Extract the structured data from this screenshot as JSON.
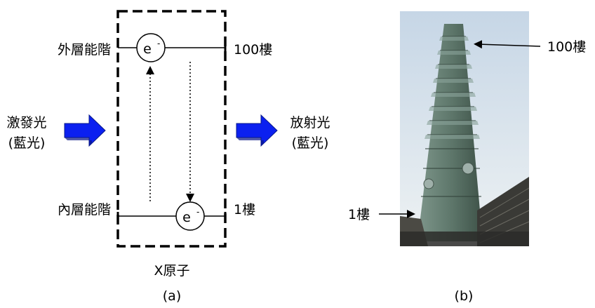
{
  "panel_a": {
    "outer_level": "外層能階",
    "inner_level": "內層能階",
    "floor_100": "100樓",
    "floor_1": "1樓",
    "excitation_line1": "激發光",
    "excitation_line2": "(藍光)",
    "emission_line1": "放射光",
    "emission_line2": "(藍光)",
    "electron_top": "e",
    "electron_top_sup": "-",
    "electron_bottom": "e",
    "electron_bottom_sup": "-",
    "atom_label": "X原子",
    "caption": "(a)"
  },
  "panel_b": {
    "floor_100": "100樓",
    "floor_1": "1樓",
    "caption": "(b)"
  },
  "colors": {
    "arrow_blue": "#0b20f0",
    "arrow_outline": "#0a1a8a",
    "sky_top": "#c9d9e8",
    "sky_bottom": "#eef3f5",
    "tower": "#5d7467"
  }
}
